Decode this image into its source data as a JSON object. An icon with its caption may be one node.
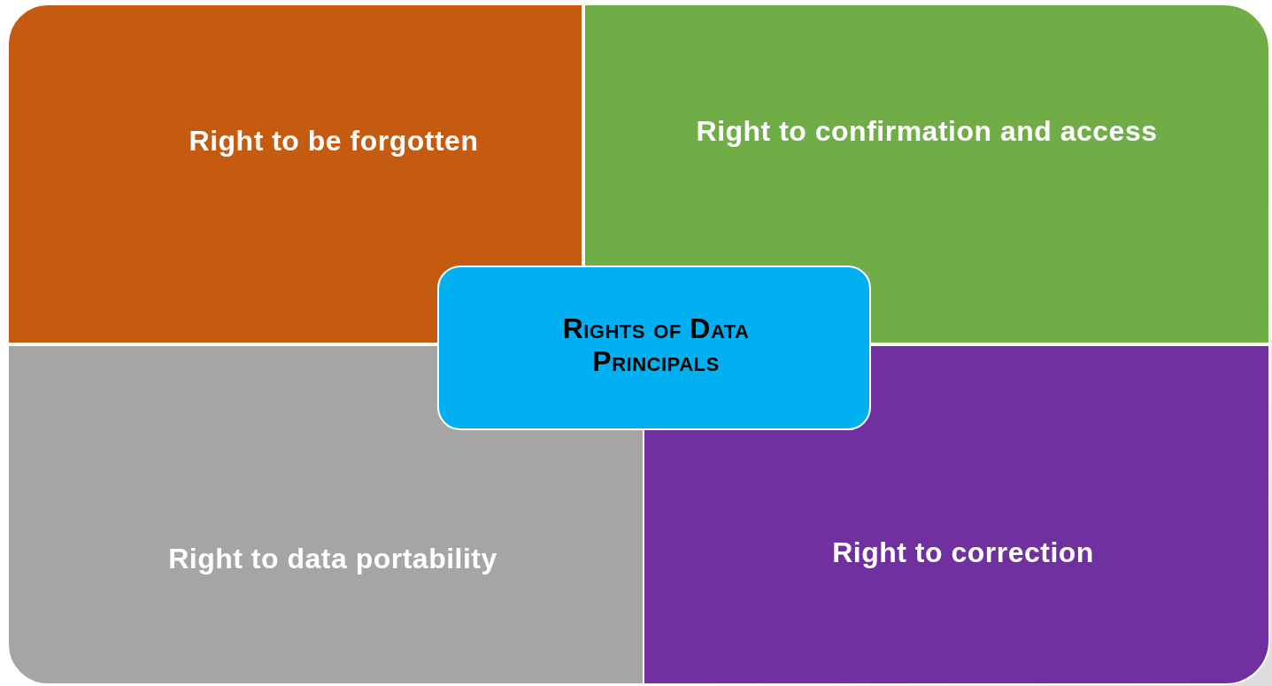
{
  "diagram": {
    "nodes": [
      {
        "text": [
          "Right to be forgotten"
        ]
      },
      {
        "text": [
          "Right to confirmation and access"
        ]
      },
      {
        "text": [
          "Rights of Data Principals"
        ]
      },
      {
        "text": [
          "Right to data portability"
        ]
      },
      {
        "text": [
          "Right to correction"
        ]
      }
    ]
  }
}
